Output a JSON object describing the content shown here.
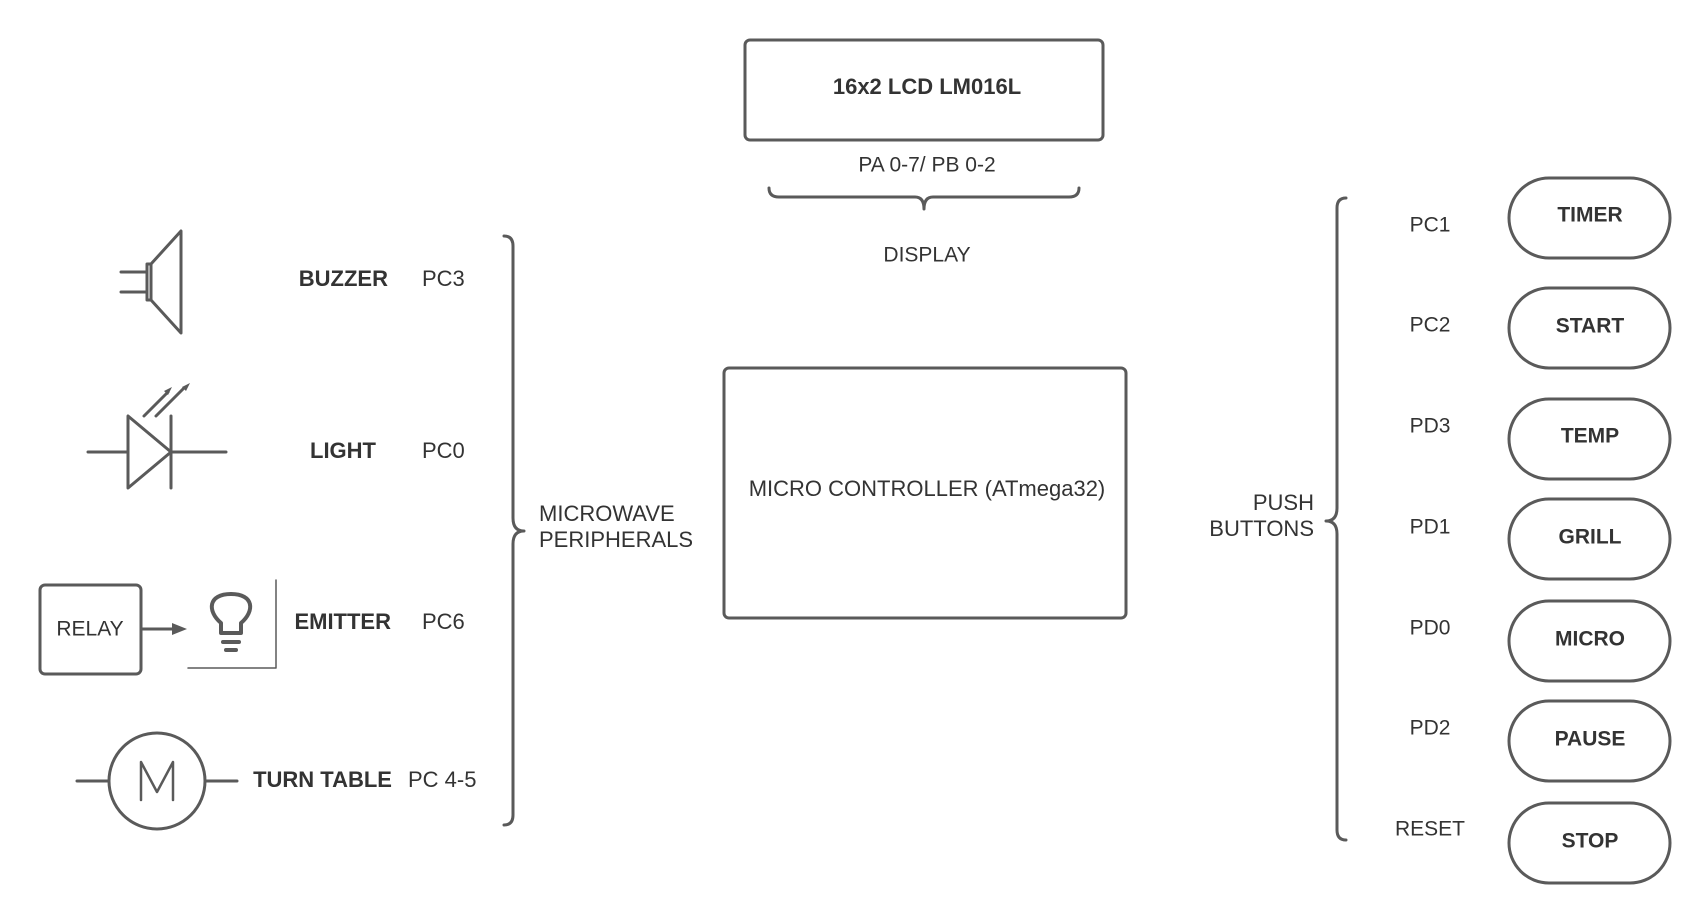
{
  "display": {
    "lcd_label": "16x2 LCD LM016L",
    "ports": "PA 0-7/ PB 0-2",
    "label": "DISPLAY"
  },
  "controller": {
    "label": "MICRO CONTROLLER (ATmega32)"
  },
  "peripherals": {
    "group_label_line1": "MICROWAVE",
    "group_label_line2": "PERIPHERALS",
    "relay_label": "RELAY",
    "items": [
      {
        "name": "BUZZER",
        "port": "PC3",
        "icon": "speaker-icon"
      },
      {
        "name": "LIGHT",
        "port": "PC0",
        "icon": "led-icon"
      },
      {
        "name": "EMITTER",
        "port": "PC6",
        "icon": "lightbulb-icon"
      },
      {
        "name": "TURN TABLE",
        "port": "PC 4-5",
        "icon": "motor-icon"
      }
    ]
  },
  "push_buttons": {
    "group_label_line1": "PUSH",
    "group_label_line2": "BUTTONS",
    "items": [
      {
        "port": "PC1",
        "label": "TIMER"
      },
      {
        "port": "PC2",
        "label": "START"
      },
      {
        "port": "PD3",
        "label": "TEMP"
      },
      {
        "port": "PD1",
        "label": "GRILL"
      },
      {
        "port": "PD0",
        "label": "MICRO"
      },
      {
        "port": "PD2",
        "label": "PAUSE"
      },
      {
        "port": "RESET",
        "label": "STOP"
      }
    ]
  },
  "colors": {
    "stroke": "#5a5a5a",
    "text": "#333333"
  }
}
